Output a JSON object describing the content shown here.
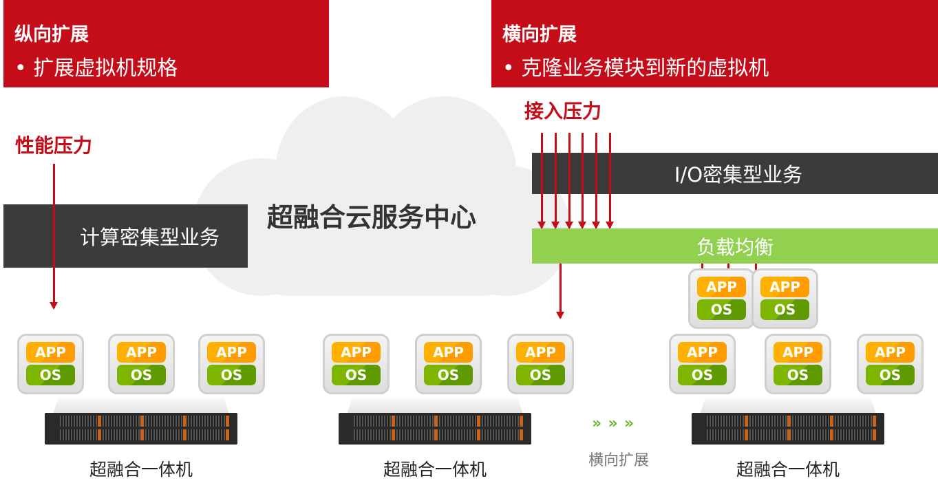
{
  "vertical": {
    "title": "纵向扩展",
    "bullet": "•  扩展虚拟机规格"
  },
  "horizontal": {
    "title": "横向扩展",
    "bullet": "•  克隆业务模块到新的虚拟机"
  },
  "perf_pressure": "性能压力",
  "access_pressure": "接入压力",
  "compute_service": "计算密集型业务",
  "io_service": "I/O密集型业务",
  "load_balance": "负载均衡",
  "cloud_title": "超融合云服务中心",
  "vm": {
    "app": "APP",
    "os": "OS"
  },
  "server_label": "超融合一体机",
  "scale_out_label": "横向扩展",
  "colors": {
    "red": "#c40d18",
    "dark": "#3b3b3b",
    "green": "#92d050"
  }
}
